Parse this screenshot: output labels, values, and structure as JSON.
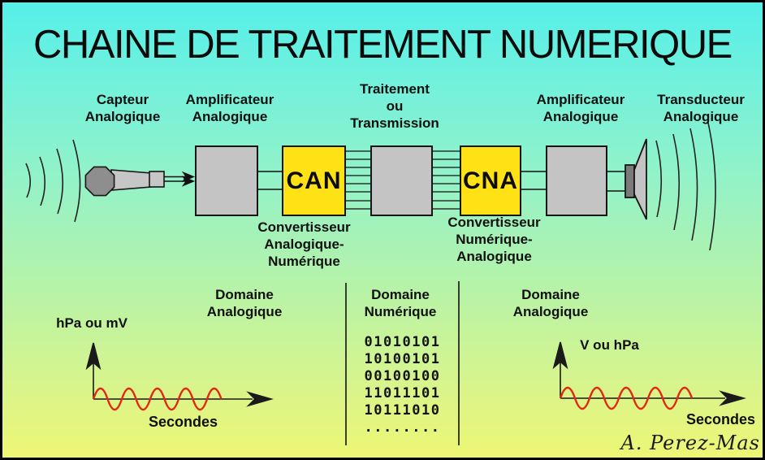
{
  "title": "CHAINE DE TRAITEMENT NUMERIQUE",
  "chain": {
    "sensor_label": "Capteur\nAnalogique",
    "amp_in_label": "Amplificateur\nAnalogique",
    "processing_label": "Traitement\nou\nTransmission",
    "amp_out_label": "Amplificateur\nAnalogique",
    "transducer_label": "Transducteur\nAnalogique",
    "adc_label": "CAN",
    "dac_label": "CNA",
    "adc_caption": "Convertisseur\nAnalogique-\nNumérique",
    "dac_caption": "Convertisseur\nNumérique-\nAnalogique"
  },
  "domains": {
    "left": "Domaine\nAnalogique",
    "middle": "Domaine\nNumérique",
    "right": "Domaine\nAnalogique"
  },
  "left_plot": {
    "y_axis_label": "hPa ou mV",
    "x_axis_label": "Secondes"
  },
  "right_plot": {
    "y_axis_label": "V ou hPa",
    "x_axis_label": "Secondes"
  },
  "binary": {
    "rows": [
      "01010101",
      "10100101",
      "00100100",
      "11011101",
      "10111010",
      "........"
    ]
  },
  "signature": "A. Perez-Mas",
  "colors": {
    "background_top": "#55efe8",
    "background_bottom": "#eef674",
    "converter_yellow": "#ffe216",
    "box_gray": "#c4c4c4",
    "wave_red": "#e02815",
    "outline_black": "#161616"
  },
  "icons": {
    "left": "microphone-icon",
    "right": "speaker-icon"
  }
}
